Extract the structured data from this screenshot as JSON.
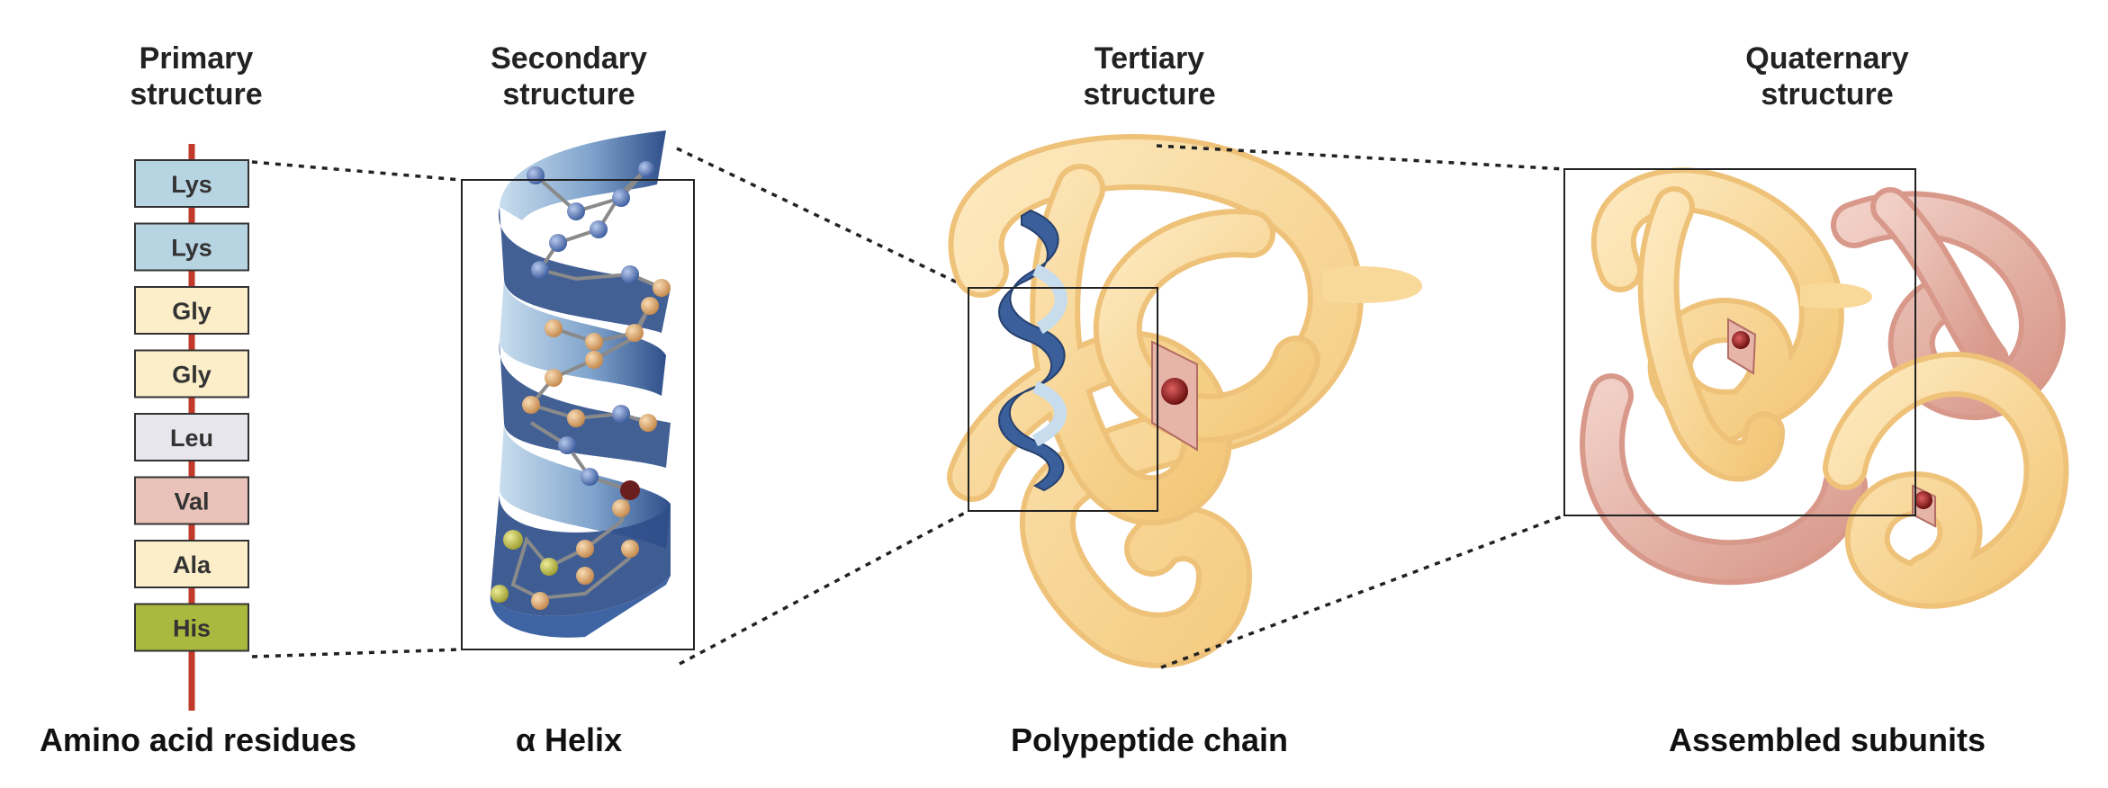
{
  "titles": {
    "primary": [
      "Primary",
      "structure"
    ],
    "secondary": [
      "Secondary",
      "structure"
    ],
    "tertiary": [
      "Tertiary",
      "structure"
    ],
    "quaternary": [
      "Quaternary",
      "structure"
    ]
  },
  "captions": {
    "primary": "Amino acid residues",
    "secondary": "α Helix",
    "tertiary": "Polypeptide chain",
    "quaternary": "Assembled subunits"
  },
  "residues": [
    {
      "label": "Lys",
      "color": "#b7d4e3"
    },
    {
      "label": "Lys",
      "color": "#b7d4e3"
    },
    {
      "label": "Gly",
      "color": "#fbeec8"
    },
    {
      "label": "Gly",
      "color": "#fbeec8"
    },
    {
      "label": "Leu",
      "color": "#e6e6ec"
    },
    {
      "label": "Val",
      "color": "#e9c3b9"
    },
    {
      "label": "Ala",
      "color": "#fbeec8"
    },
    {
      "label": "His",
      "color": "#a9b83f"
    }
  ],
  "colors": {
    "backbone": "#c0392b",
    "helix_dark": "#3a5f9a",
    "helix_light": "#c7dced",
    "subunit_yellow": "#f9d99a",
    "subunit_pink": "#e3aa9e",
    "heme": "#8b1e1e"
  }
}
